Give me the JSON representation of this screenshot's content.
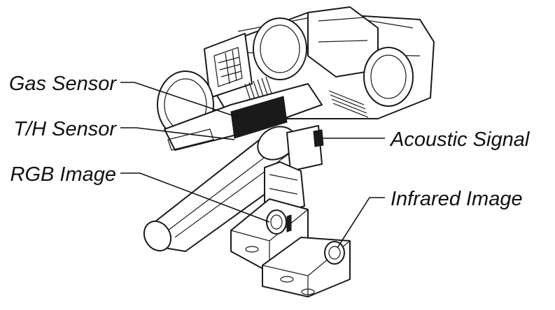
{
  "callouts": [
    {
      "id": "gas",
      "text": "Gas Sensor"
    },
    {
      "id": "th",
      "text": "T/H Sensor"
    },
    {
      "id": "rgb",
      "text": "RGB Image"
    },
    {
      "id": "acoustic",
      "text": "Acoustic Signal"
    },
    {
      "id": "infrared",
      "text": "Infrared Image"
    }
  ]
}
